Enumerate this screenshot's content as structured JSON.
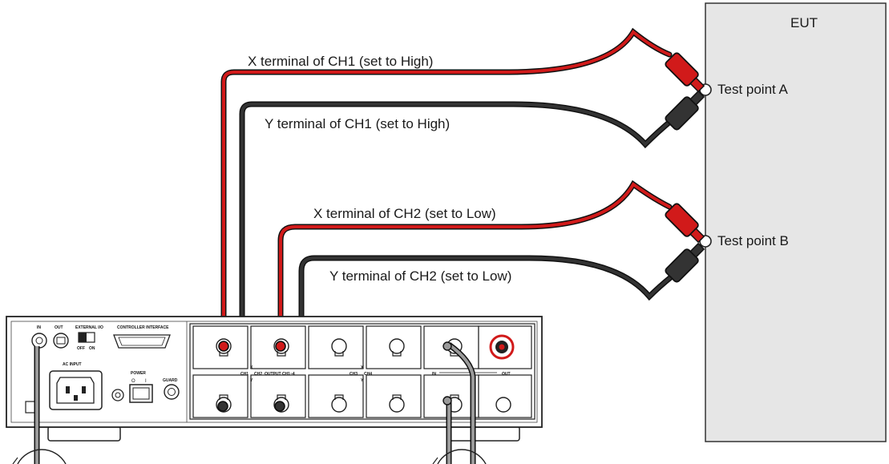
{
  "eut": {
    "title": "EUT",
    "test_point_a": "Test point A",
    "test_point_b": "Test point B"
  },
  "cables": {
    "ch1_x": "X terminal of CH1 (set to High)",
    "ch1_y": "Y terminal of CH1 (set to High)",
    "ch2_x": "X terminal of CH2 (set to Low)",
    "ch2_y": "Y terminal of CH2 (set to Low)"
  },
  "instrument": {
    "in_label": "IN",
    "out_label": "OUT",
    "external_io_label": "EXTERNAL I/O",
    "off_label": "OFF",
    "on_label": "ON",
    "controller_interface_label": "CONTROLLER INTERFACE",
    "ac_input_label": "AC INPUT",
    "power_label": "POWER",
    "power_off_mark": "O",
    "power_on_mark": "I",
    "guard_label": "GUARD",
    "ch1_tag": "CH1",
    "ch2_tag": "CH2",
    "ch3_tag": "CH3",
    "ch4_tag": "CH4",
    "output_label": "OUTPUT CH1~4",
    "voltage_in_label": "IN",
    "voltage_out_label": "OUT",
    "x_mark": "X",
    "y_mark": "Y"
  },
  "colors": {
    "red_lead": "#d11a1a",
    "black_lead": "#333333",
    "eut_fill": "#e6e6e6",
    "gray_cable": "#9a9a9a"
  }
}
